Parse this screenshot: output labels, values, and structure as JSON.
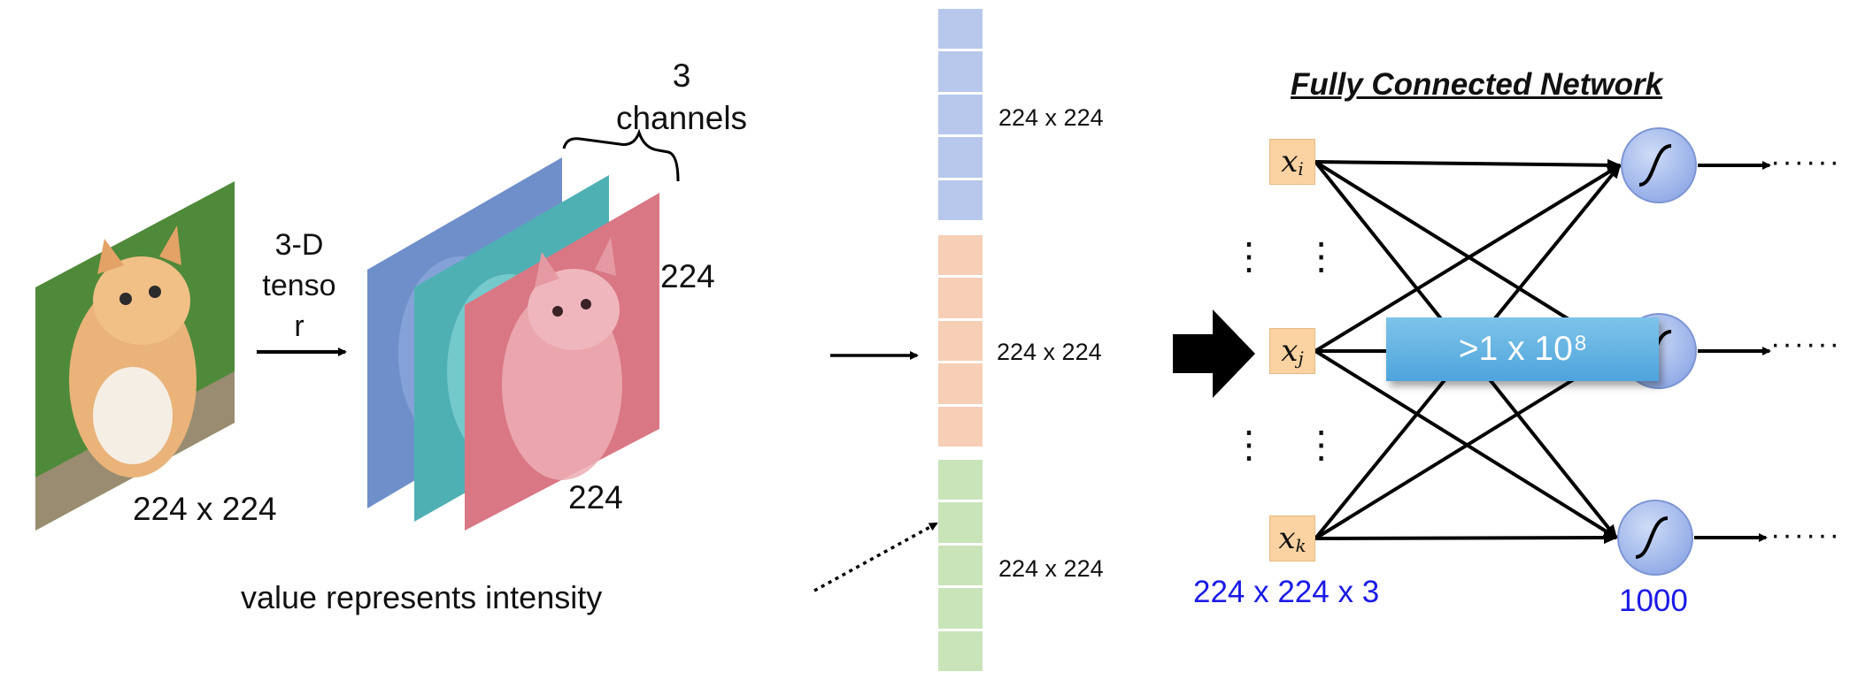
{
  "kitten": {
    "size_label": "224 x 224",
    "caption": "value represents intensity"
  },
  "tensor_arrow_label": [
    "3-D",
    "tenso",
    "r"
  ],
  "channels": {
    "brace_label_lines": [
      "3",
      "channels"
    ],
    "height_label": "224",
    "width_label": "224",
    "colors": [
      "#7a9ad6",
      "#5fc2c4",
      "#e8808c"
    ]
  },
  "flatten": {
    "segments": [
      {
        "label": "224 x 224",
        "color": "#b7c8ec",
        "cells": 5
      },
      {
        "label": "224 x 224",
        "color": "#f6cfb6",
        "cells": 5
      },
      {
        "label": "224 x 224",
        "color": "#c9e4b9",
        "cells": 5
      }
    ]
  },
  "network": {
    "title": "Fully Connected Network",
    "inputs": [
      {
        "var": "x",
        "sub": "i"
      },
      {
        "var": "x",
        "sub": "j"
      },
      {
        "var": "x",
        "sub": "k"
      }
    ],
    "vertical_dots": "⋮ ⋮",
    "input_count_label": "224 x 224 x 3",
    "output_count_label": "1000",
    "params_label": ">1 x 10",
    "params_exponent": "8",
    "output_trail": "······",
    "neuron_color": "#a9c0ef",
    "input_color": "#fbd3a2"
  }
}
